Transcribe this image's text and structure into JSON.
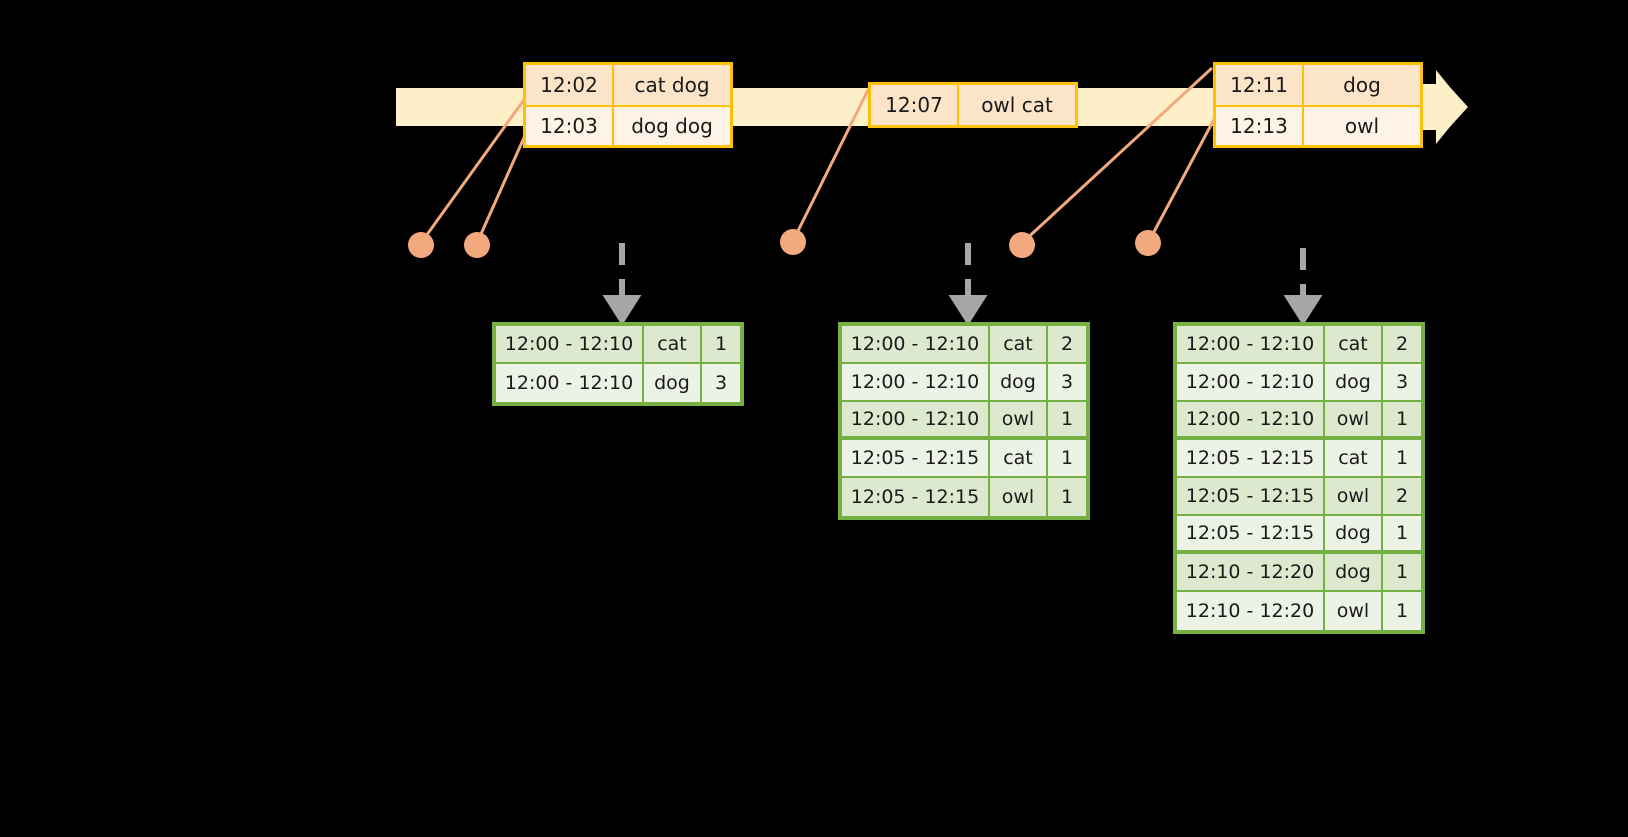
{
  "diagram": {
    "title_semantic": "sliding-window-word-count-timeline",
    "colors": {
      "background": "#000000",
      "timeline_bar": "#FDEFC8",
      "event_border": "#FFC107",
      "event_fill_odd": "#FCE4C8",
      "event_fill_even": "#FEF3E6",
      "connector_line": "#F2A97E",
      "dot": "#F2A97E",
      "table_border": "#76B043",
      "table_fill_shade": "#DCE9CE",
      "table_fill_plain": "#EDF2E7",
      "dashed_arrow": "#A6A6A6"
    },
    "timeline": {
      "name": "event-stream-timeline",
      "arrow_head_label": "time-arrow"
    },
    "event_groups": [
      {
        "name": "event-group-1",
        "events": [
          {
            "time": "12:02",
            "words": "cat dog"
          },
          {
            "time": "12:03",
            "words": "dog dog"
          }
        ]
      },
      {
        "name": "event-group-2",
        "events": [
          {
            "time": "12:07",
            "words": "owl cat"
          }
        ]
      },
      {
        "name": "event-group-3",
        "events": [
          {
            "time": "12:11",
            "words": "dog"
          },
          {
            "time": "12:13",
            "words": "owl"
          }
        ]
      }
    ],
    "dots": [
      {
        "name": "event-dot-1"
      },
      {
        "name": "event-dot-2"
      },
      {
        "name": "event-dot-3"
      },
      {
        "name": "event-dot-4"
      },
      {
        "name": "event-dot-5"
      }
    ],
    "result_tables": [
      {
        "name": "result-table-1",
        "rows": [
          {
            "window": "12:00 - 12:10",
            "word": "cat",
            "count": "1",
            "style": "shade"
          },
          {
            "window": "12:00 - 12:10",
            "word": "dog",
            "count": "3",
            "style": "plain"
          }
        ]
      },
      {
        "name": "result-table-2",
        "rows": [
          {
            "window": "12:00 - 12:10",
            "word": "cat",
            "count": "2",
            "style": "shade"
          },
          {
            "window": "12:00 - 12:10",
            "word": "dog",
            "count": "3",
            "style": "plain"
          },
          {
            "window": "12:00 - 12:10",
            "word": "owl",
            "count": "1",
            "style": "shade groupend"
          },
          {
            "window": "12:05 - 12:15",
            "word": "cat",
            "count": "1",
            "style": "plain"
          },
          {
            "window": "12:05 - 12:15",
            "word": "owl",
            "count": "1",
            "style": "shade"
          }
        ]
      },
      {
        "name": "result-table-3",
        "rows": [
          {
            "window": "12:00 - 12:10",
            "word": "cat",
            "count": "2",
            "style": "shade"
          },
          {
            "window": "12:00 - 12:10",
            "word": "dog",
            "count": "3",
            "style": "plain"
          },
          {
            "window": "12:00 - 12:10",
            "word": "owl",
            "count": "1",
            "style": "shade groupend"
          },
          {
            "window": "12:05 - 12:15",
            "word": "cat",
            "count": "1",
            "style": "plain"
          },
          {
            "window": "12:05 - 12:15",
            "word": "owl",
            "count": "2",
            "style": "shade"
          },
          {
            "window": "12:05 - 12:15",
            "word": "dog",
            "count": "1",
            "style": "plain groupend"
          },
          {
            "window": "12:10 - 12:20",
            "word": "dog",
            "count": "1",
            "style": "shade"
          },
          {
            "window": "12:10 - 12:20",
            "word": "owl",
            "count": "1",
            "style": "plain"
          }
        ]
      }
    ]
  }
}
